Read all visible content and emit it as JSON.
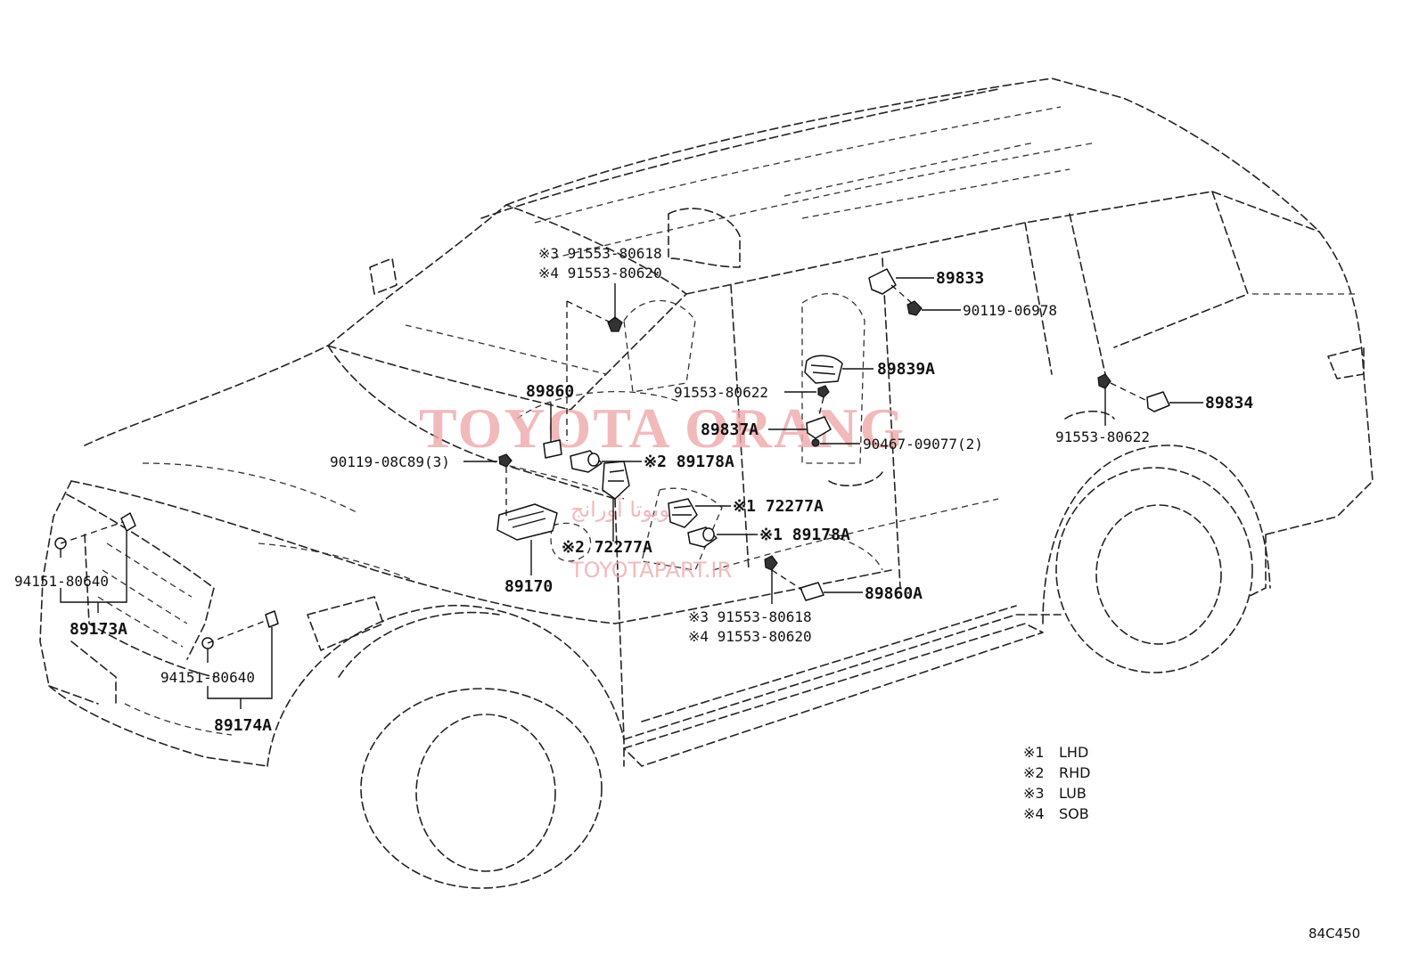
{
  "watermark": {
    "title": "TOYOTA ORANG",
    "arabic": "تويوتا أورانج",
    "site": "TOYOTAPART.IR"
  },
  "callouts": {
    "p1": "※3 91553-80618",
    "p2": "※4 91553-80620",
    "p3": "89833",
    "p4": "90119-06978",
    "p5": "89839A",
    "p6": "89860",
    "p7": "91553-80622",
    "p8": "89834",
    "p9": "89837A",
    "p10": "90467-09077(2)",
    "p11": "91553-80622",
    "p12": "90119-08C89(3)",
    "p13": "※2 89178A",
    "p14": "※1 72277A",
    "p15": "※2 72277A",
    "p16": "※1 89178A",
    "p17": "94151-80640",
    "p18": "89173A",
    "p19": "89170",
    "p20": "89860A",
    "p21": "※3 91553-80618",
    "p22": "※4 91553-80620",
    "p23": "94151-80640",
    "p24": "89174A"
  },
  "legend": [
    {
      "mark": "※1",
      "text": "LHD"
    },
    {
      "mark": "※2",
      "text": "RHD"
    },
    {
      "mark": "※3",
      "text": "LUB"
    },
    {
      "mark": "※4",
      "text": "SOB"
    }
  ],
  "diagram_code": "84C450"
}
